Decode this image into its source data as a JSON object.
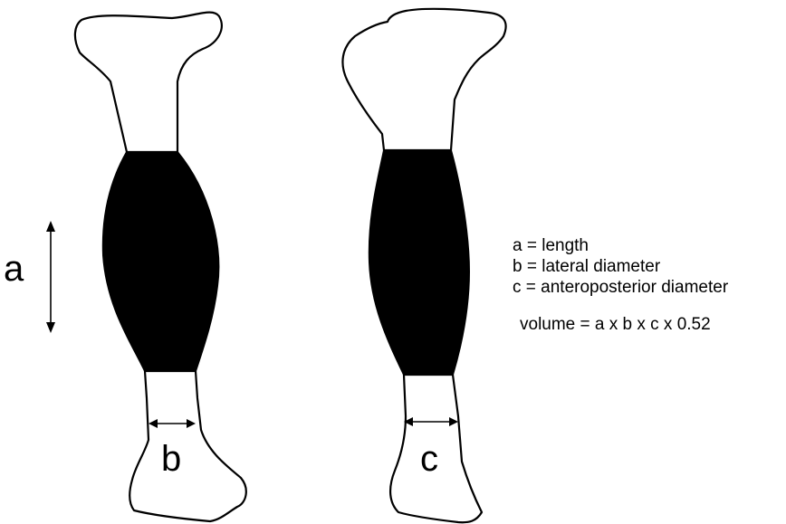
{
  "labels": {
    "a": "a",
    "b": "b",
    "c": "c"
  },
  "legend": {
    "a": "a = length",
    "b": "b = lateral diameter",
    "c": "c = anteroposterior diameter"
  },
  "formula": "volume = a x b x c x 0.52",
  "colors": {
    "muscle": "#000000",
    "bone": "#ffffff",
    "outline": "#000000"
  }
}
